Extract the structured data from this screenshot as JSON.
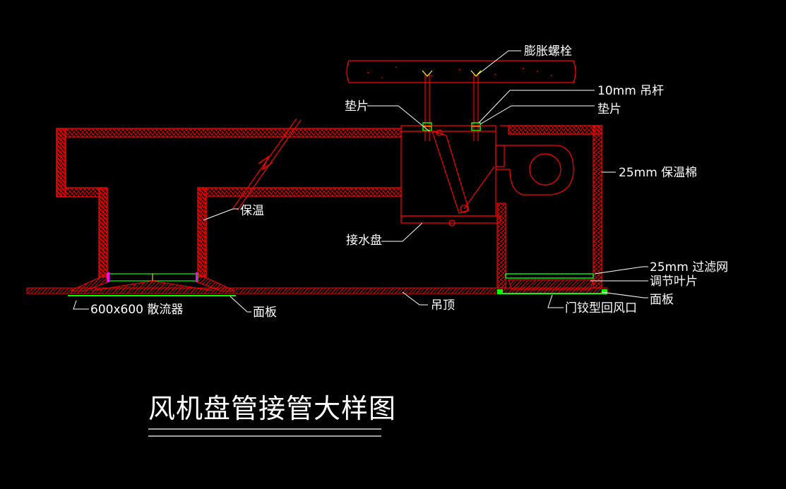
{
  "title": "风机盘管接管大样图",
  "labels": {
    "expansion_bolt": "膨胀螺栓",
    "rod_10mm": "10mm 吊杆",
    "gasket_left": "垫片",
    "gasket_right": "垫片",
    "insulation_25mm": "25mm 保温棉",
    "insulation": "保温",
    "drain_pan": "接水盘",
    "filter_25mm": "25mm 过滤网",
    "adjust_blade": "调节叶片",
    "panel_right": "面板",
    "hinged_return": "门铰型回风口",
    "ceiling": "吊顶",
    "diffuser": "600x600 散流器",
    "panel_left": "面板"
  },
  "colors": {
    "background": "#000000",
    "duct": "#ff0000",
    "text": "#ffffff",
    "panel": "#00ff00",
    "gasket": "#ffff00",
    "accent": "#ff00ff"
  }
}
